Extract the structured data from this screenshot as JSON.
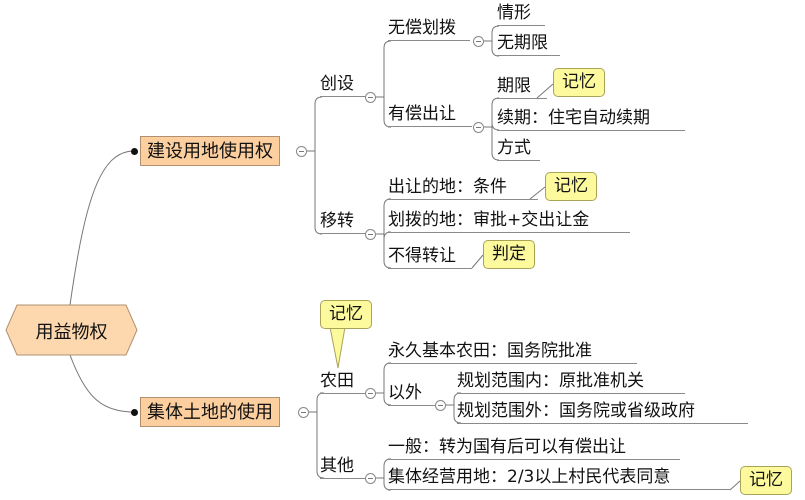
{
  "root": "用益物权",
  "branch1": {
    "label": "建设用地使用权",
    "chuangshe": {
      "label": "创设",
      "wuchang": {
        "label": "无偿划拨",
        "children": [
          "情形",
          "无期限"
        ]
      },
      "youchang": {
        "label": "有偿出让",
        "children": [
          "期限",
          "续期：住宅自动续期",
          "方式"
        ],
        "callout": "记忆"
      }
    },
    "yizhuan": {
      "label": "移转",
      "children": [
        "出让的地：条件",
        "划拨的地：审批+交出让金",
        "不得转让"
      ],
      "callout1": "记忆",
      "callout3": "判定"
    }
  },
  "branch2": {
    "label": "集体土地的使用",
    "nongtian": {
      "label": "农田",
      "callout": "记忆",
      "child1": "永久基本农田：国务院批准",
      "yiwai": {
        "label": "以外",
        "children": [
          "规划范围内：原批准机关",
          "规划范围外：国务院或省级政府"
        ]
      }
    },
    "qita": {
      "label": "其他",
      "children": [
        "一般：转为国有后可以有偿出让",
        "集体经营用地：2/3以上村民代表同意"
      ],
      "callout": "记忆"
    }
  }
}
